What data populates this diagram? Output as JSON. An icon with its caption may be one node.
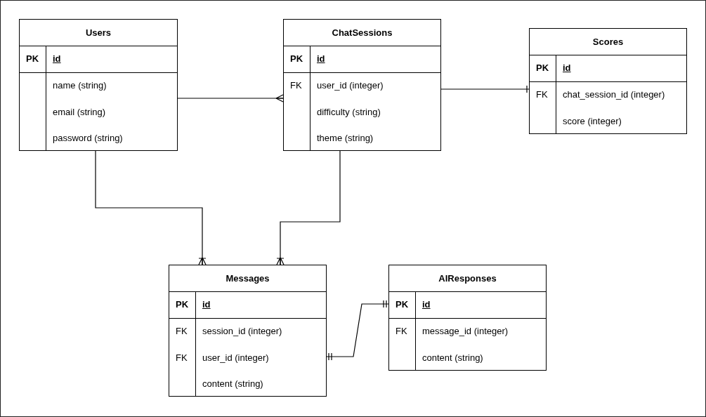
{
  "diagram": {
    "nodes": [
      {
        "text": [
          "Users",
          "PK",
          "id",
          "name (string)",
          "email (string)",
          "password (string)"
        ]
      },
      {
        "text": [
          "ChatSessions",
          "PK",
          "id",
          "FK",
          "user_id (integer)",
          "difficulty (string)",
          "theme (string)"
        ]
      },
      {
        "text": [
          "Scores",
          "PK",
          "id",
          "FK",
          "chat_session_id (integer)",
          "score (integer)"
        ]
      },
      {
        "text": [
          "Messages",
          "PK",
          "id",
          "FK",
          "session_id (integer)",
          "FK",
          "user_id (integer)",
          "content (string)"
        ]
      },
      {
        "text": [
          "AIResponses",
          "PK",
          "id",
          "FK",
          "message_id (integer)",
          "content (string)"
        ]
      }
    ],
    "edges": [
      {
        "from": 0,
        "to": 1,
        "arrow": "other"
      },
      {
        "from": 1,
        "to": 2,
        "arrow": "other"
      },
      {
        "from": 0,
        "to": 3,
        "arrow": "other"
      },
      {
        "from": 1,
        "to": 3,
        "arrow": "other"
      },
      {
        "from": 3,
        "to": 4,
        "arrow": "other"
      }
    ]
  }
}
